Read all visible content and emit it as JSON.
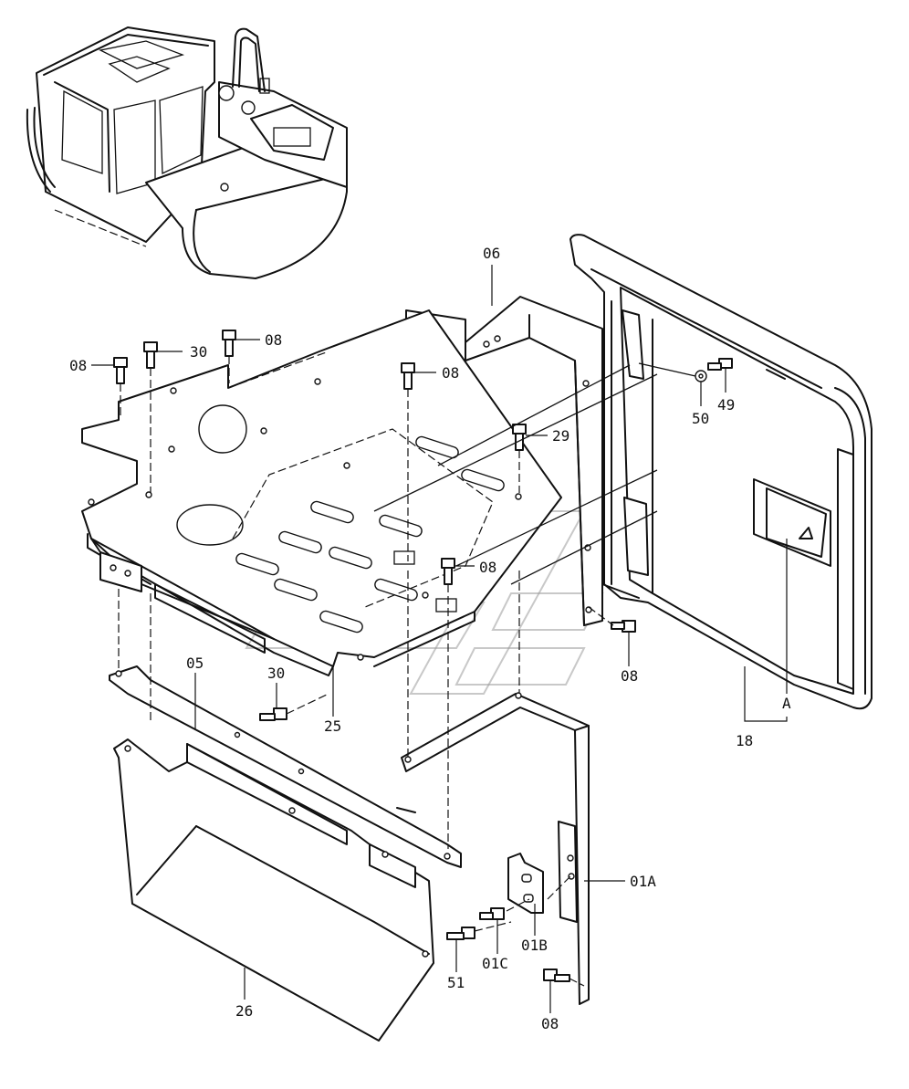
{
  "diagram": {
    "part_numbers": {
      "p06": "06",
      "p08_top": "08",
      "p08_left": "08",
      "p30_top": "30",
      "p08_mid": "08",
      "p29": "29",
      "p50": "50",
      "p49": "49",
      "p08_center": "08",
      "p08_right": "08",
      "p05": "05",
      "p30_low": "30",
      "p25": "25",
      "pA": "A",
      "p18": "18",
      "p01A": "01A",
      "p01B": "01B",
      "p01C": "01C",
      "p51": "51",
      "p26": "26",
      "p08_bottom": "08"
    }
  }
}
